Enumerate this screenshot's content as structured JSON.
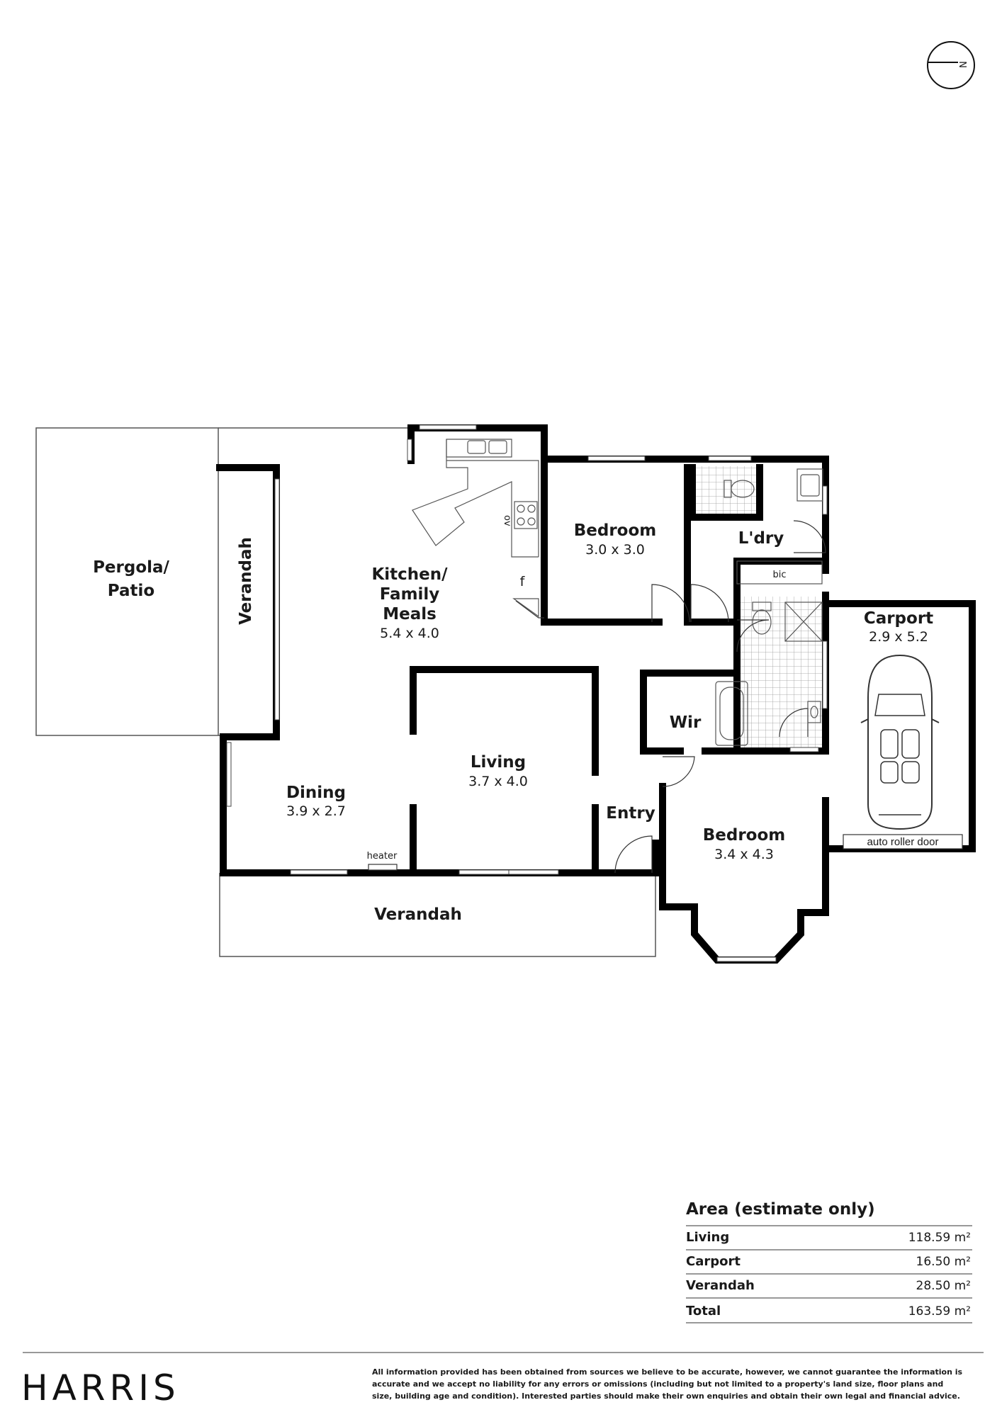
{
  "compass": {
    "label": "N"
  },
  "rooms": {
    "pergola": {
      "name1": "Pergola/",
      "name2": "Patio"
    },
    "verandah_side": {
      "name": "Verandah"
    },
    "kitchen": {
      "name1": "Kitchen/",
      "name2": "Family",
      "name3": "Meals",
      "dims": "5.4 x 4.0"
    },
    "bedroom1": {
      "name": "Bedroom",
      "dims": "3.0 x 3.0"
    },
    "laundry": {
      "name": "L'dry"
    },
    "bic": {
      "name": "bic"
    },
    "carport": {
      "name": "Carport",
      "dims": "2.9 x 5.2"
    },
    "living": {
      "name": "Living",
      "dims": "3.7 x 4.0"
    },
    "wir": {
      "name": "Wir"
    },
    "dining": {
      "name": "Dining",
      "dims": "3.9 x 2.7"
    },
    "entry": {
      "name": "Entry"
    },
    "bedroom2": {
      "name": "Bedroom",
      "dims": "3.4 x 4.3"
    },
    "verandah_front": {
      "name": "Verandah"
    }
  },
  "fixtures": {
    "oven": "ov",
    "fridge": "f",
    "heater": "heater",
    "roller_door": "auto roller door"
  },
  "area": {
    "title": "Area (estimate only)",
    "rows": [
      {
        "label": "Living",
        "value": "118.59 m²"
      },
      {
        "label": "Carport",
        "value": "16.50 m²"
      },
      {
        "label": "Verandah",
        "value": "28.50 m²"
      },
      {
        "label": "Total",
        "value": "163.59 m²"
      }
    ]
  },
  "footer": {
    "brand": "HARRIS",
    "disclaimer_1": "All information provided has been obtained from sources we believe to be accurate, however, we cannot guarantee the information is",
    "disclaimer_2": "accurate and we accept no liability for any errors or omissions (including but not limited to a property's land size, floor plans and",
    "disclaimer_3": "size, building age and condition). Interested parties should make their own enquiries and obtain their own legal and financial advice."
  }
}
